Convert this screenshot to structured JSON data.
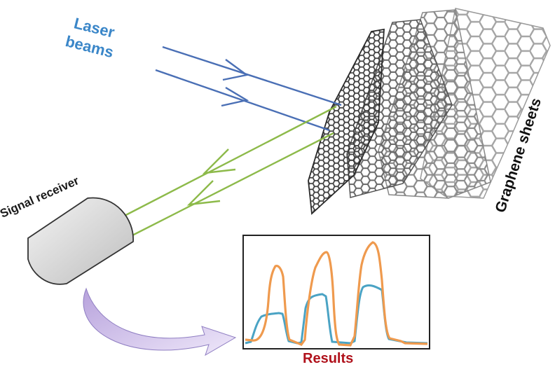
{
  "labels": {
    "laser_line1": "Laser",
    "laser_line2": "beams",
    "graphene": "Graphene sheets",
    "receiver": "Signal receiver",
    "results": "Results"
  },
  "icons": {
    "detector": "signal-receiver-icon",
    "sheets": "graphene-sheet-icon",
    "flow": "curved-arrow-icon"
  },
  "colors": {
    "laser_beam": "#4a6fb5",
    "reflected_beam": "#8dba4a",
    "trace_orange": "#ef9a4e",
    "trace_blue": "#4aa3c4",
    "results_text": "#b0121c",
    "laser_text": "#3a86c8",
    "arrow_fill": "#c9b8e6"
  }
}
